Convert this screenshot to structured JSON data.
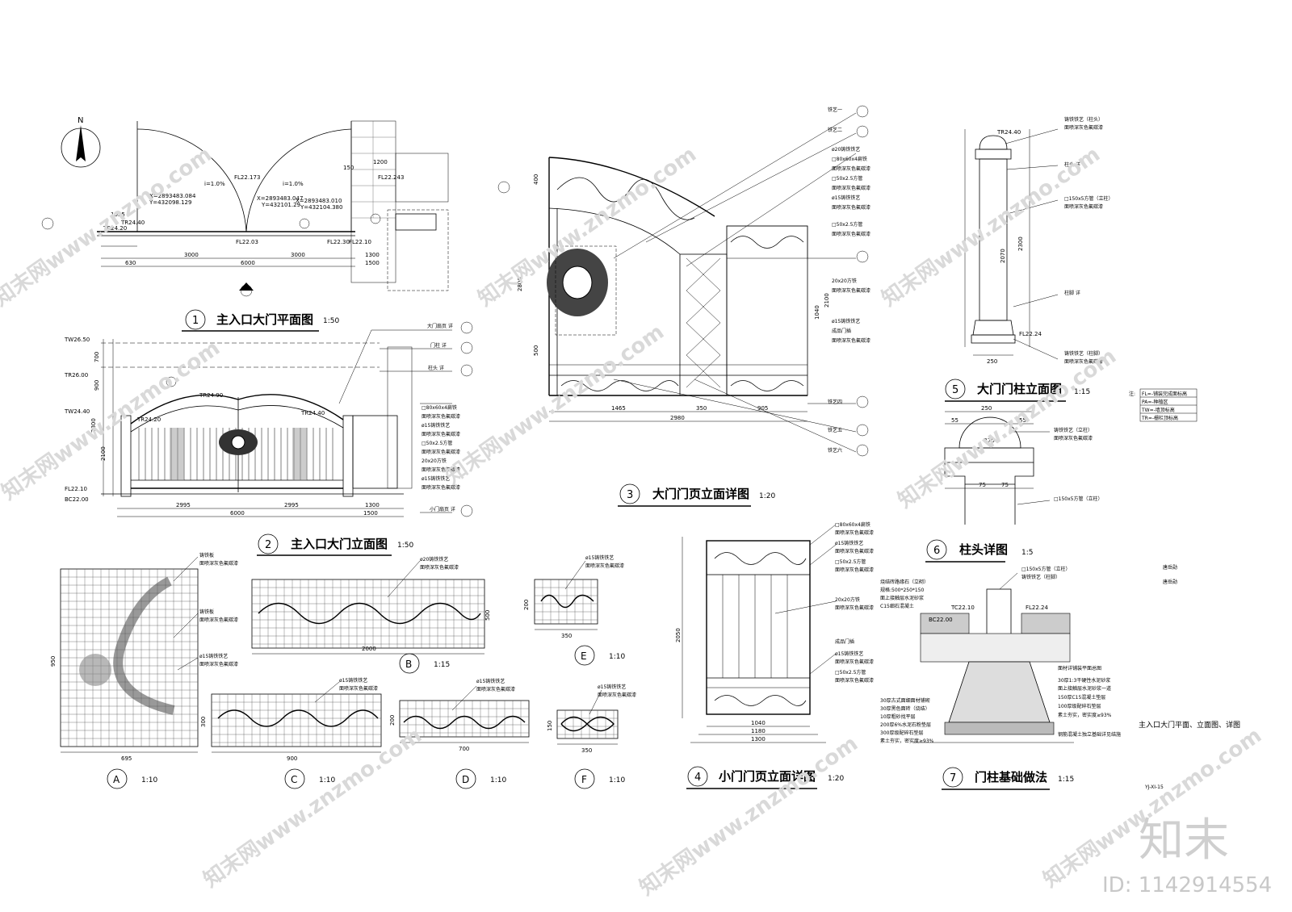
{
  "north_label": "N",
  "plan": {
    "title": "主入口大门平面图",
    "scale": "1:50",
    "num": "1",
    "coords": [
      "X=2893483.084",
      "Y=432098.129",
      "X=2893483.047",
      "Y=432101.29",
      "X=2893483.010",
      "Y=432104.380"
    ],
    "levels": [
      "FL22.173",
      "FL22.243",
      "FL22.03",
      "FL22.30",
      "FL22.10",
      "TR24.40",
      "TR24.20"
    ],
    "slopes": [
      "i=1.0%",
      "i=1.0%"
    ],
    "dims": [
      "3000",
      "3000",
      "6000",
      "1500",
      "1300",
      "630",
      "1055",
      "1200",
      "150"
    ]
  },
  "elevation": {
    "title": "主入口大门立面图",
    "scale": "1:50",
    "num": "2",
    "levels": [
      "TW26.50",
      "TR26.00",
      "TW24.40",
      "FL22.10",
      "BC22.00",
      "TR24.90",
      "TR24.20",
      "TR24.40"
    ],
    "notes": [
      "大门扇页 详",
      "门柱 详",
      "柱头 详",
      "□80x60x4扁铁",
      "面喷深灰色氟碳漆",
      "ø15铸铁铁艺",
      "面喷深灰色氟碳漆",
      "□50x2.5方管",
      "面喷深灰色氟碳漆",
      "20x20方铁",
      "面喷深灰色氟碳漆",
      "ø15铸铁铁艺",
      "面喷深灰色氟碳漆",
      "小门扇页 详"
    ],
    "dims": [
      "2995",
      "2995",
      "6000",
      "1500",
      "1300",
      "700",
      "900",
      "2800",
      "2100"
    ]
  },
  "leaf": {
    "title": "大门门页立面详图",
    "scale": "1:20",
    "num": "3",
    "notes": [
      "铁艺一",
      "铁艺二",
      "ø20铸铁铁艺",
      "□80x60x4扁铁",
      "面喷深灰色氟碳漆",
      "□50x2.5方管",
      "面喷深灰色氟碳漆",
      "ø15铸铁铁艺",
      "面喷深灰色氟碳漆",
      "□50x2.5方管",
      "面喷深灰色氟碳漆",
      "20x20方铁",
      "面喷深灰色氟碳漆",
      "ø15铸铁铁艺",
      "成品门插",
      "面喷深灰色氟碳漆",
      "铁艺四",
      "铁艺五",
      "铁艺六"
    ],
    "dims": [
      "1465",
      "350",
      "905",
      "2980",
      "400",
      "2800",
      "500",
      "2100",
      "1040"
    ]
  },
  "post": {
    "title": "大门门柱立面图",
    "scale": "1:15",
    "num": "5",
    "levels": [
      "TR24.40",
      "FL22.24"
    ],
    "notes": [
      "铸铁铁艺（柱头）",
      "面喷深灰色氟碳漆",
      "柱头 详",
      "□150x5方管（立柱）",
      "面喷深灰色氟碳漆",
      "柱脚 详",
      "铸铁铁艺（柱脚）",
      "面喷深灰色氟碳漆"
    ],
    "dims": [
      "2300",
      "2070",
      "250"
    ]
  },
  "cap": {
    "title": "柱头详图",
    "scale": "1:5",
    "num": "6",
    "notes": [
      "铸铁铁艺（立柱）",
      "面喷深灰色氟碳漆",
      "□150x5方管（立柱）"
    ],
    "dims": [
      "250",
      "55",
      "75",
      "75",
      "55",
      "R70"
    ]
  },
  "small_leaf": {
    "title": "小门门页立面详图",
    "scale": "1:20",
    "num": "4",
    "notes": [
      "□80x60x4扁铁",
      "面喷深灰色氟碳漆",
      "ø15铸铁铁艺",
      "面喷深灰色氟碳漆",
      "□50x2.5方管",
      "面喷深灰色氟碳漆",
      "20x20方铁",
      "面喷深灰色氟碳漆",
      "成品门插",
      "ø15铸铁铁艺",
      "面喷深灰色氟碳漆",
      "□50x2.5方管",
      "面喷深灰色氟碳漆"
    ],
    "dims": [
      "1040",
      "1180",
      "1300",
      "2050"
    ]
  },
  "footing": {
    "title": "门柱基础做法",
    "scale": "1:15",
    "num": "7",
    "levels": [
      "TC22.10",
      "BC22.00",
      "FL22.24"
    ],
    "notes": [
      "□150x5方管（立柱）",
      "铸铁铁艺（柱脚）",
      "烧结砖路缘石（立砌）",
      "规格:500*250*150",
      "面上接触层水泥砂浆",
      "C15细石混凝土",
      "面材详铺装平面总图",
      "30厚1:3干硬性水泥砂浆",
      "面上接触层水泥砂浆一道",
      "150厚C15混凝土垫层",
      "100厚级配碎石垫层",
      "素土夯实，密实度≥93%",
      "30厚古式面细面材铺砌",
      "30厚黑色面砖（烧结）",
      "10厚粗砂找平层",
      "200厚6%水泥石粉垫层",
      "300厚级配碎石垫层",
      "素土夯实，密实度≥93%",
      "钢筋混凝土独立基础详见结施"
    ]
  },
  "details": [
    {
      "label": "A",
      "scale": "1:10",
      "width": "695",
      "height": "950",
      "notes": [
        "铸铁板",
        "面喷深灰色氟碳漆",
        "铸铁板",
        "面喷深灰色氟碳漆",
        "ø15铸铁铁艺",
        "面喷深灰色氟碳漆"
      ]
    },
    {
      "label": "B",
      "scale": "1:15",
      "width": "2000",
      "height": "500",
      "notes": [
        "ø20铸铁铁艺",
        "面喷深灰色氟碳漆"
      ]
    },
    {
      "label": "C",
      "scale": "1:10",
      "width": "900",
      "height": "300",
      "notes": [
        "ø15铸铁铁艺",
        "面喷深灰色氟碳漆"
      ]
    },
    {
      "label": "D",
      "scale": "1:10",
      "width": "700",
      "height": "200",
      "notes": [
        "ø15铸铁铁艺",
        "面喷深灰色氟碳漆"
      ]
    },
    {
      "label": "E",
      "scale": "1:10",
      "width": "350",
      "height": "200",
      "notes": [
        "ø15铸铁铁艺",
        "面喷深灰色氟碳漆"
      ]
    },
    {
      "label": "F",
      "scale": "1:10",
      "width": "350",
      "height": "150",
      "notes": [
        "ø15铸铁铁艺",
        "面喷深灰色氟碳漆"
      ]
    }
  ],
  "legend": {
    "prefix": "注:",
    "items": [
      "FL=-铺装完成面标高",
      "PA=-种植区",
      "TW=-墙顶标高",
      "TR=-栅栏顶标高"
    ]
  },
  "sheet": {
    "title": "主入口大门平面、立面图、详图",
    "code": "YJ-XI-15",
    "sign1": "唐岳勋",
    "sign2": "唐岳勋"
  },
  "brand": {
    "logo": "知末",
    "id": "ID: 1142914554",
    "watermark": "知末网www.znzmo.com"
  }
}
